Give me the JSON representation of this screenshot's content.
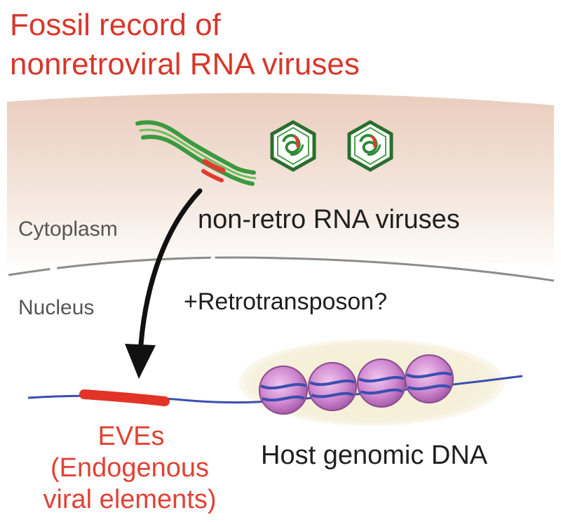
{
  "title": {
    "line1": "Fossil record of",
    "line2": "nonretroviral RNA viruses"
  },
  "labels": {
    "cytoplasm": "Cytoplasm",
    "nucleus": "Nucleus",
    "viruses": "non-retro RNA viruses",
    "retrotransposon": "+Retrotransposon?",
    "eves": "EVEs",
    "eves_full_line1": "(Endogenous",
    "eves_full_line2": "viral elements)",
    "host_dna": "Host genomic DNA"
  },
  "colors": {
    "title": "#d8372b",
    "cytoplasm_band": "#ecd6c9",
    "virus_green": "#2f8a36",
    "viral_rna_red": "#e23a2e",
    "eve_red": "#e23426",
    "dna_line": "#3a4fb0",
    "nucleosome_pink": "#c880c8",
    "chromatin_halo": "#f1ecd0",
    "arrow": "#111111"
  },
  "icons": {
    "virus_particle": "hexagonal-capsid-icon",
    "viral_genome": "rna-strand-icon",
    "nucleosome": "histone-bead-icon"
  }
}
